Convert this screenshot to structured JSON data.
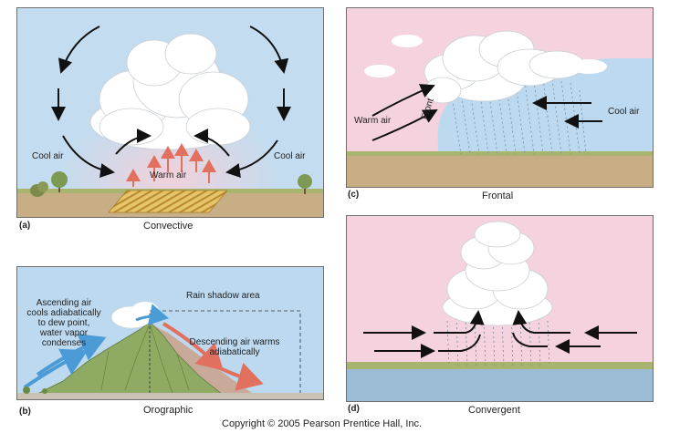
{
  "panels": {
    "a": {
      "letter": "(a)",
      "caption": "Convective",
      "cool_left": "Cool  air",
      "cool_right": "Cool  air",
      "warm": "Warm  air"
    },
    "c": {
      "letter": "(c)",
      "caption": "Frontal",
      "warm": "Warm air",
      "cool": "Cool air",
      "front": "Front"
    },
    "b": {
      "letter": "(b)",
      "caption": "Orographic",
      "ascending": "Ascending air\ncools adiabatically\nto dew point,\nwater vapor\ncondenses",
      "rain_shadow": "Rain shadow area",
      "descending": "Descending air warms\nadiabatically"
    },
    "d": {
      "letter": "(d)",
      "caption": "Convergent"
    }
  },
  "copyright": "Copyright © 2005 Pearson Prentice Hall, Inc.",
  "colors": {
    "sky_blue": "#bcd9ef",
    "sky_pink": "#f4d3df",
    "ground": "#c3ab84",
    "grass": "#a9b46f",
    "warm_arrow": "#e2705f",
    "ascend_arrow": "#4a9bd6",
    "mountain": "#8faa63"
  }
}
